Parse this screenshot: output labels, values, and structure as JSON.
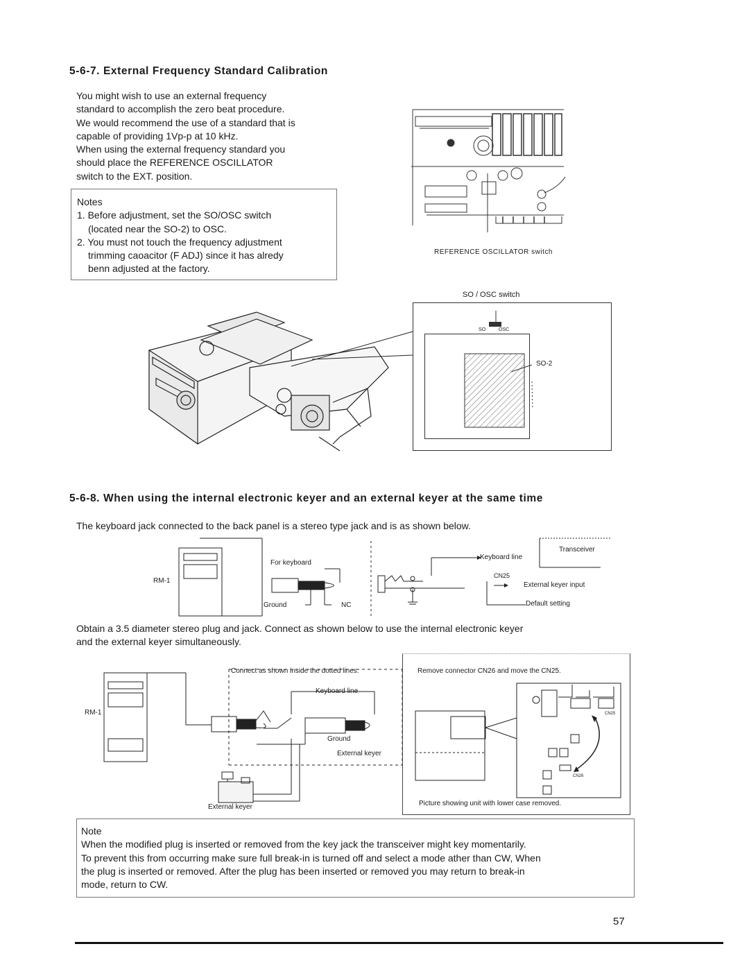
{
  "section1": {
    "heading": "5-6-7. External Frequency Standard Calibration",
    "para1": [
      "You might wish to use an external frequency",
      "standard to accomplish the zero beat procedure.",
      "We would recommend the use of a standard that is",
      "capable of providing 1Vp-p at 10 kHz."
    ],
    "para2": [
      "When using the external frequency standard you",
      "should place the REFERENCE OSCILLATOR",
      "switch to the EXT. position."
    ],
    "notes_title": "Notes",
    "note1": [
      "1.  Before adjustment, set the SO/OSC switch",
      "(located near the SO-2) to OSC."
    ],
    "note2": [
      "2.  You must not touch the frequency adjustment",
      "trimming caoacitor (F ADJ) since it has alredy",
      "benn adjusted at the factory."
    ],
    "ref_osc_caption": "REFERENCE OSCILLATOR switch",
    "so_osc_caption": "SO / OSC switch",
    "so_label": "SO",
    "osc_label": "OSC",
    "so2_label": "SO-2"
  },
  "section2": {
    "heading": "5-6-8. When using the internal electronic keyer and an external keyer at the same time",
    "intro": "The keyboard jack connected to the back panel is a stereo type jack and is as shown below.",
    "rm1": "RM-1",
    "for_keyboard": "For keyboard",
    "ground": "Ground",
    "nc": "NC",
    "transceiver": "Transceiver",
    "keyboard_line": "Keyboard line",
    "cn25": "CN25",
    "external_keyer_input": "External keyer input",
    "default_setting": "Default setting",
    "obtain": [
      "Obtain a 3.5 diameter stereo plug and jack. Connect as shown below to use the internal electronic keyer",
      "and the external keyer simultaneously."
    ],
    "dotted_caption": "Connect as shown inside the dotted lines.",
    "keyboard_line2": "Keyboard line",
    "ground2": "Ground",
    "external_keyer": "External keyer",
    "external_keyer_bottom": "External keyer",
    "remove_caption": "Remove connector CN26 and move the CN25.",
    "cn25_small": "CN25",
    "cn26_small": "CN26",
    "picture_caption": "Picture showing unit with lower case removed.",
    "note_title": "Note",
    "note_lines": [
      "When the modified plug is inserted or removed from the key jack the transceiver might key momentarily.",
      "To prevent this from occurring make sure full break-in is turned off and select a mode ather than CW, When",
      "the plug is inserted or removed. After the plug has been inserted or removed you may return to break-in",
      "mode, return to CW."
    ]
  },
  "page_number": "57"
}
